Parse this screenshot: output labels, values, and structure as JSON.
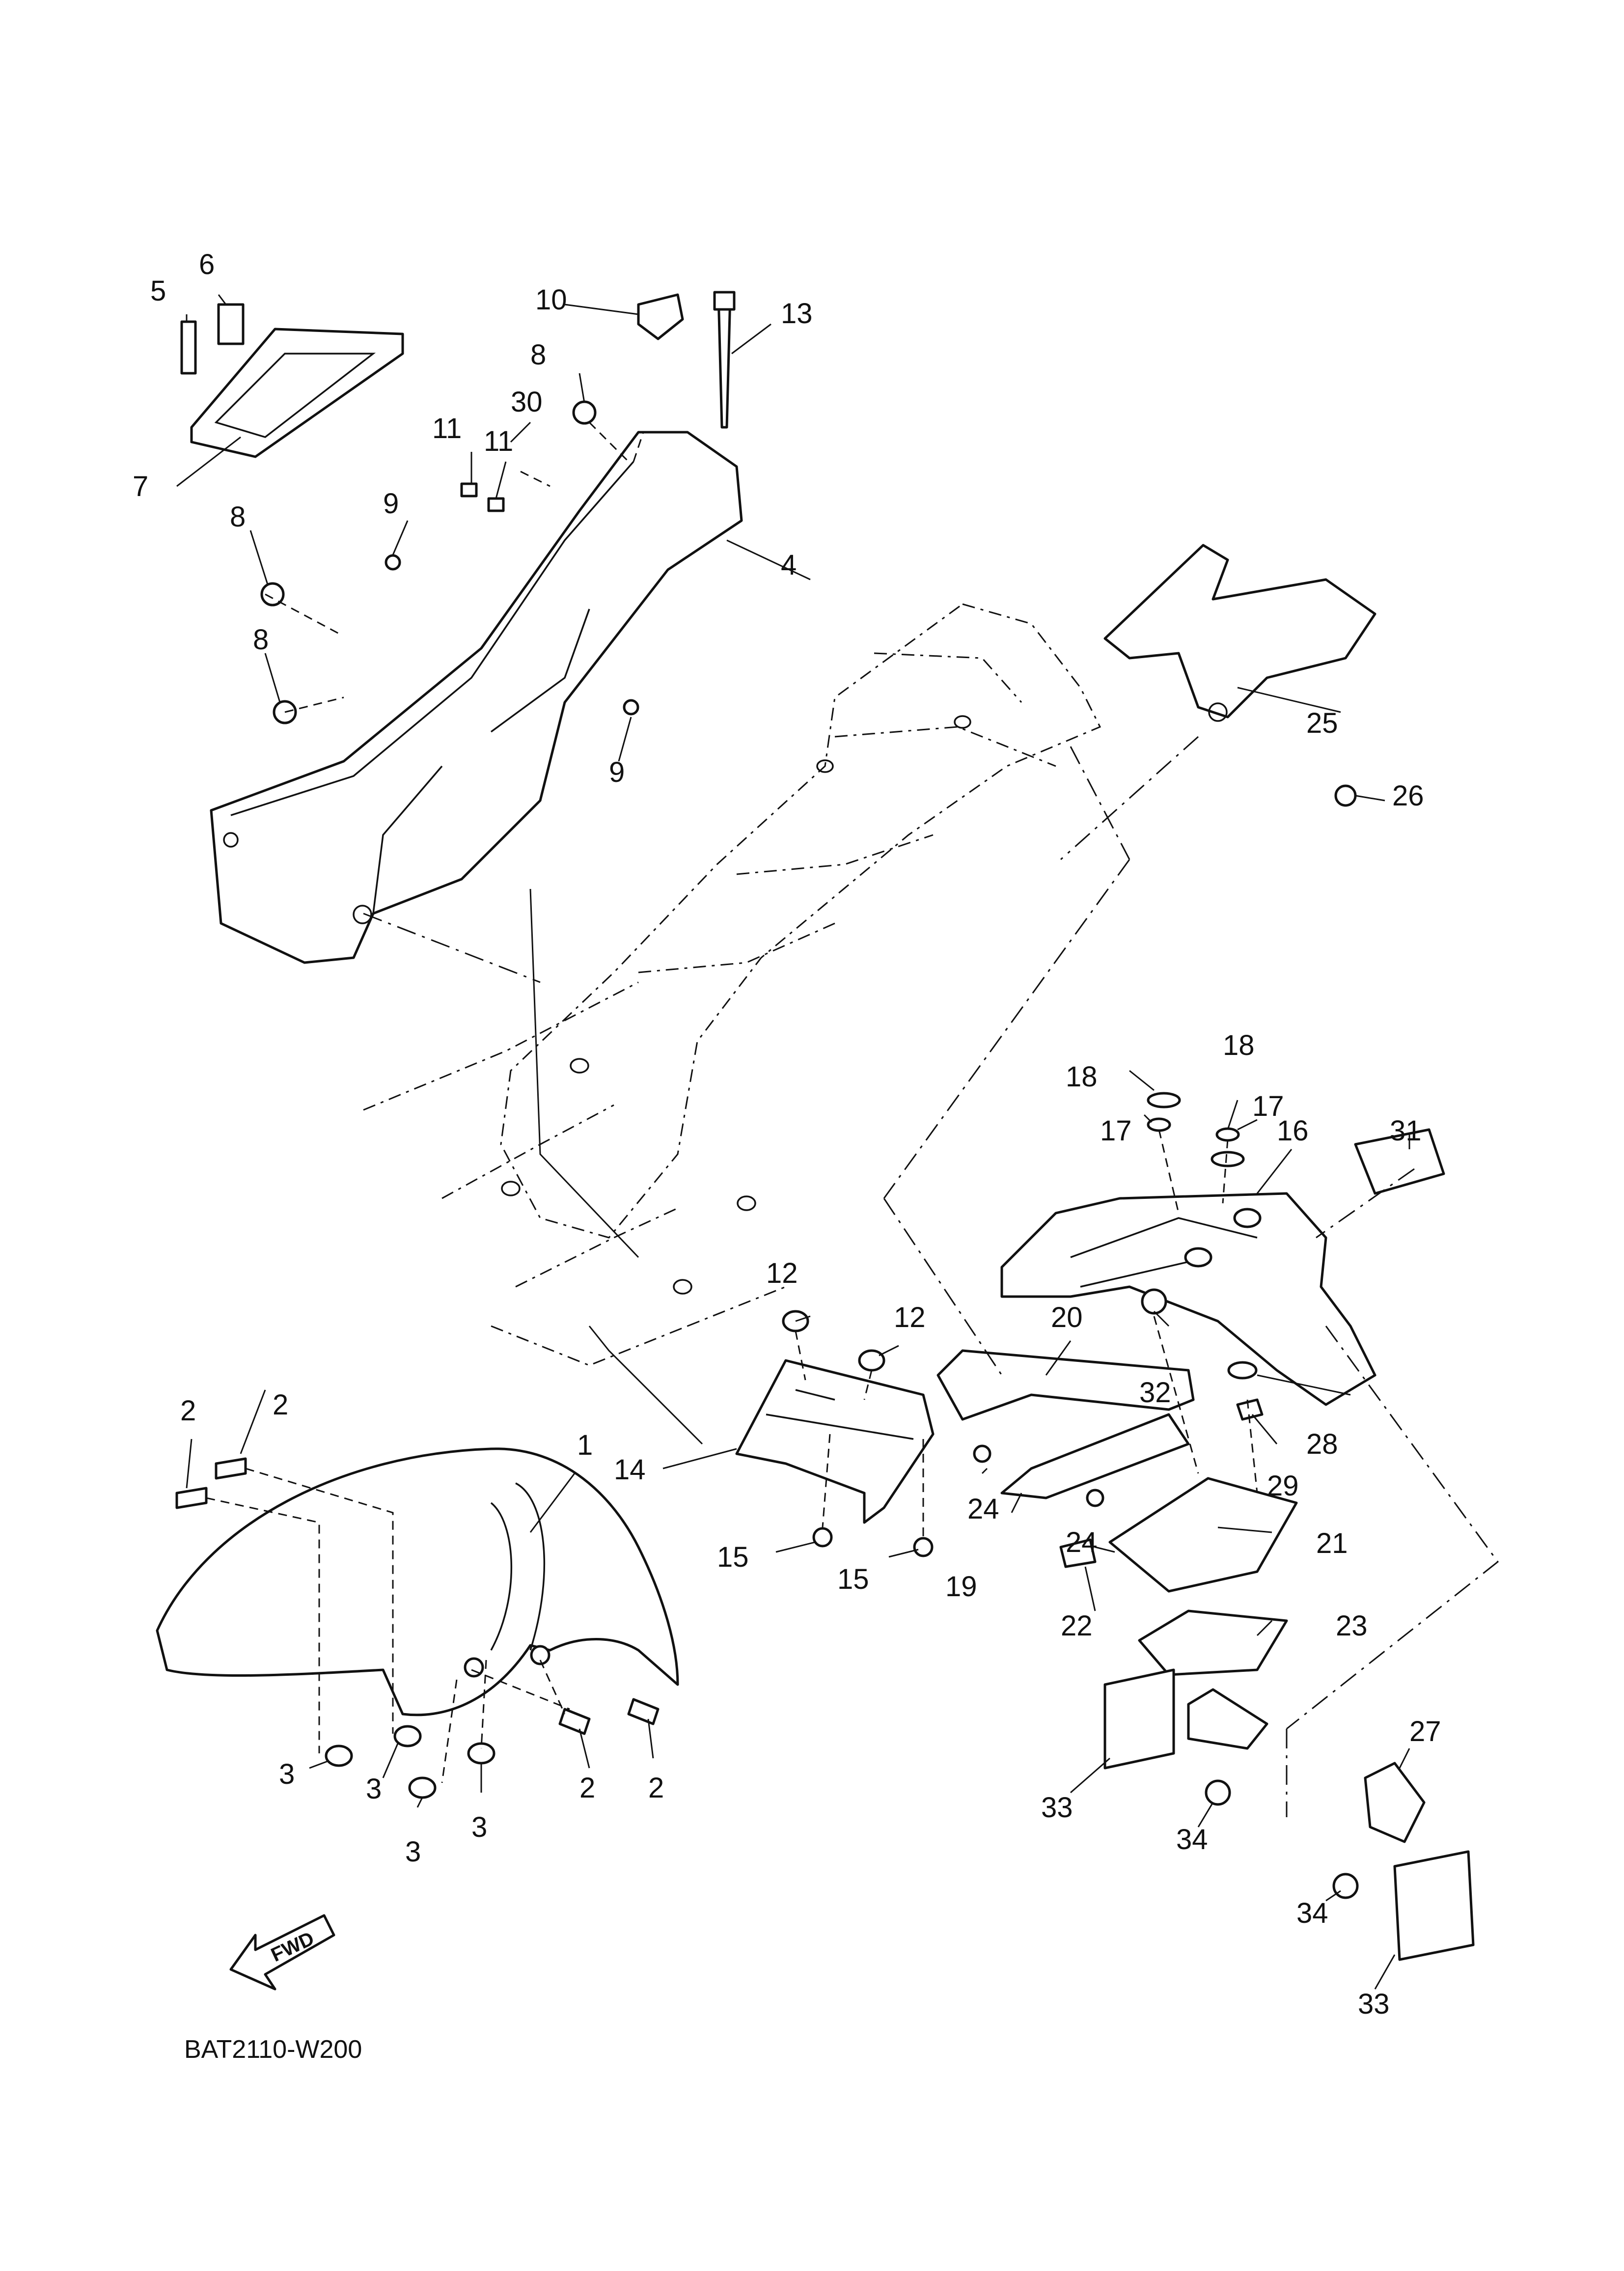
{
  "diagram": {
    "code": "BAT2110-W200",
    "fwd_label": "FWD"
  },
  "callouts": {
    "c1": "1",
    "c2a": "2",
    "c2b": "2",
    "c2c": "2",
    "c2d": "2",
    "c3a": "3",
    "c3b": "3",
    "c3c": "3",
    "c3d": "3",
    "c4": "4",
    "c5": "5",
    "c6": "6",
    "c7": "7",
    "c8a": "8",
    "c8b": "8",
    "c8c": "8",
    "c9a": "9",
    "c9b": "9",
    "c10": "10",
    "c11a": "11",
    "c11b": "11",
    "c12a": "12",
    "c12b": "12",
    "c13": "13",
    "c14": "14",
    "c15a": "15",
    "c15b": "15",
    "c16": "16",
    "c17a": "17",
    "c17b": "17",
    "c18a": "18",
    "c18b": "18",
    "c19": "19",
    "c20": "20",
    "c21": "21",
    "c22": "22",
    "c23": "23",
    "c24a": "24",
    "c24b": "24",
    "c25": "25",
    "c26": "26",
    "c27": "27",
    "c28": "28",
    "c29": "29",
    "c30": "30",
    "c31": "31",
    "c32": "32",
    "c33a": "33",
    "c33b": "33",
    "c34a": "34",
    "c34b": "34"
  }
}
